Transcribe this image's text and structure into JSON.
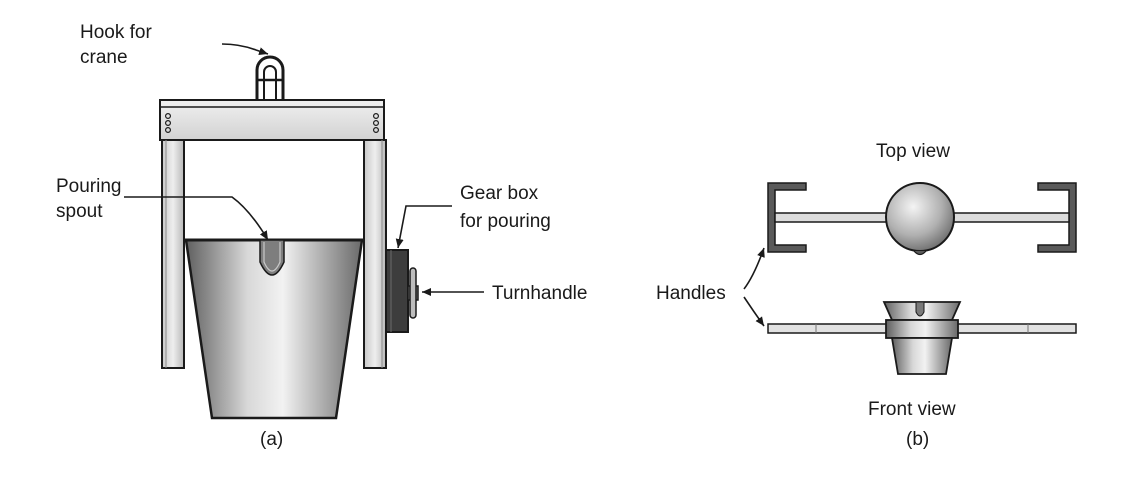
{
  "panel_a": {
    "caption": "(a)",
    "labels": {
      "hook_line1": "Hook for",
      "hook_line2": "crane",
      "spout_line1": "Pouring",
      "spout_line2": "spout",
      "gear_line1": "Gear box",
      "gear_line2": "for pouring",
      "turnhandle": "Turnhandle"
    }
  },
  "panel_b": {
    "caption": "(b)",
    "labels": {
      "top_view": "Top view",
      "front_view": "Front view",
      "handles": "Handles"
    }
  }
}
